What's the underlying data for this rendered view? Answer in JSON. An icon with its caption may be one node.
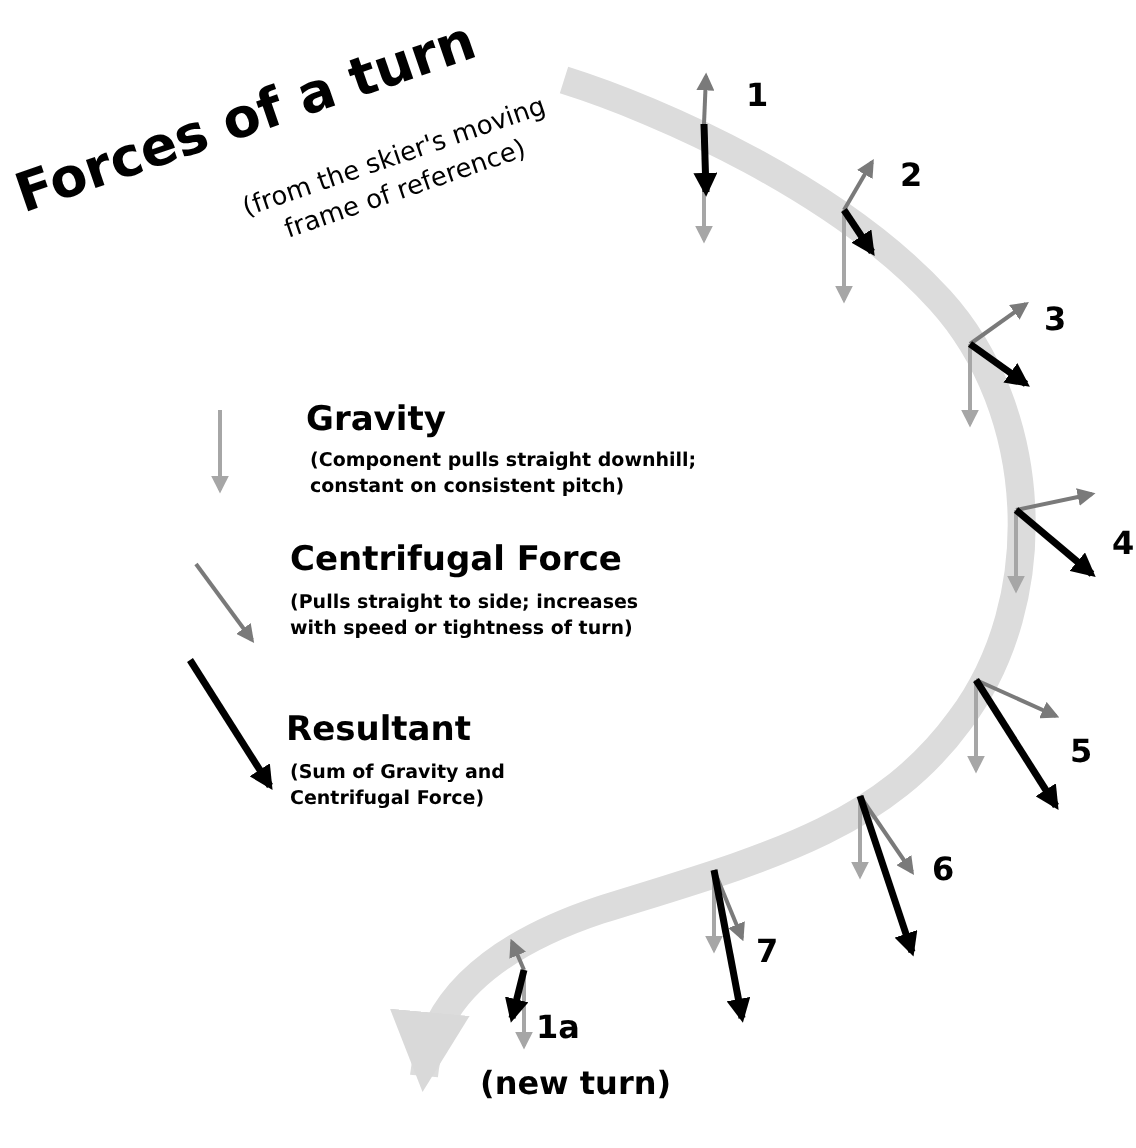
{
  "diagram": {
    "title": "Forces of a turn",
    "labels": [
      "(from the skier's moving frame of reference)",
      "(Component pulls straight downhill; constant on consistent pitch)",
      "(Pulls straight to side; increases with speed or tightness of turn)",
      "(Sum of Gravity and Centrifugal Force)",
      "1",
      "2",
      "3",
      "4",
      "5",
      "6",
      "7",
      "1a",
      "(new turn)"
    ],
    "legend": [
      {
        "text": "Gravity"
      },
      {
        "text": "Centrifugal Force"
      },
      {
        "text": "Resultant"
      }
    ]
  }
}
